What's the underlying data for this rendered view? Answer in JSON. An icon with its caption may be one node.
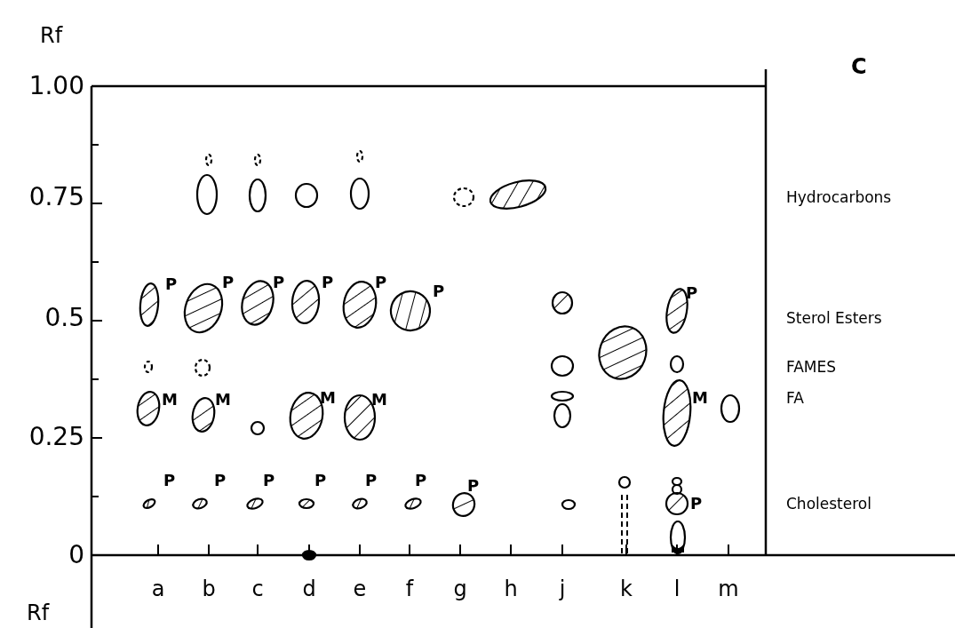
{
  "diagram": {
    "labels": [
      "Rf",
      "C",
      "1.00",
      "0.75",
      "Hydrocarbons",
      "P",
      "P",
      "P",
      "P",
      "P",
      "P",
      "P",
      "0.5",
      "Sterol Esters",
      "FAMES",
      "M",
      "M",
      "M",
      "M",
      "M",
      "FA",
      "0.25",
      "P",
      "P",
      "P",
      "P",
      "P",
      "P",
      "P",
      "P",
      "Cholesterol",
      "0",
      "a",
      "b",
      "c",
      "d",
      "e",
      "f",
      "g",
      "h",
      "j",
      "k",
      "l",
      "m",
      "Rf"
    ]
  }
}
